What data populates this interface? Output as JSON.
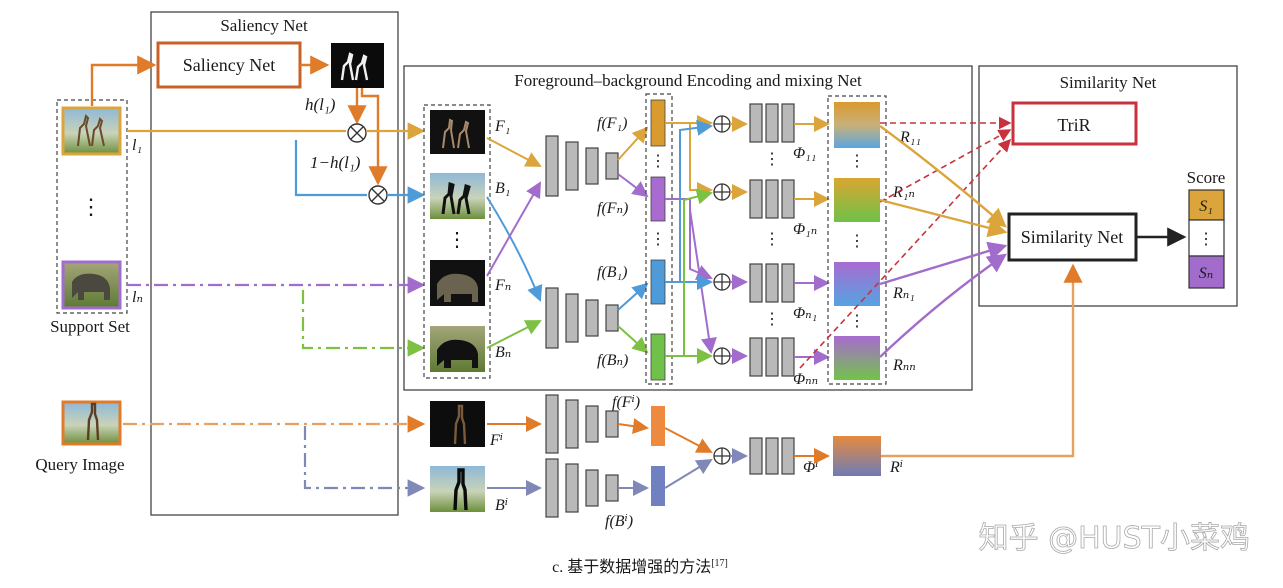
{
  "panels": {
    "saliency_title": "Saliency Net",
    "fbem_title": "Foreground–background Encoding and mixing Net",
    "similarity_title": "Similarity Net"
  },
  "boxes": {
    "saliency_net": "Saliency Net",
    "trir": "TriR",
    "similarity_net": "Similarity Net"
  },
  "labels": {
    "support_set": "Support Set",
    "query_image": "Query Image",
    "score": "Score",
    "dots": "⋮",
    "oplus": "⊕",
    "otimes": "⊗"
  },
  "math": {
    "h_l1": "h(l₁)",
    "one_minus_h": "1−h(l₁)",
    "l1": "l₁",
    "lN": "lₙ",
    "F1": "F₁",
    "B1": "B₁",
    "FN": "Fₙ",
    "BN": "Bₙ",
    "Fq": "Fⁱ",
    "Bq": "Bⁱ",
    "fF1": "f(F₁)",
    "fFN": "f(Fₙ)",
    "fB1": "f(B₁)",
    "fBN": "f(Bₙ)",
    "fFq": "f(Fⁱ)",
    "fBq": "f(Bⁱ)",
    "phi11": "Φ₁₁",
    "phi1N": "Φ₁ₙ",
    "phiN1": "Φₙ₁",
    "phiNN": "Φₙₙ",
    "phiq": "Φⁱ",
    "R11": "R₁₁",
    "R1N": "R₁ₙ",
    "RN1": "Rₙ₁",
    "RNN": "Rₙₙ",
    "Rq": "Rⁱ",
    "S1": "S₁",
    "SN": "Sₙ"
  },
  "caption": "c. 基于数据增强的方法",
  "caption_ref": "[17]",
  "watermark": "知乎 @HUST小菜鸡",
  "colors": {
    "orange": "#e07b2a",
    "yellow": "#dba53c",
    "blue": "#4f9ad8",
    "purple": "#a26ccc",
    "green": "#7cc142",
    "red": "#c8323c",
    "slate": "#8088b8",
    "grey": "#b9b9b9"
  }
}
